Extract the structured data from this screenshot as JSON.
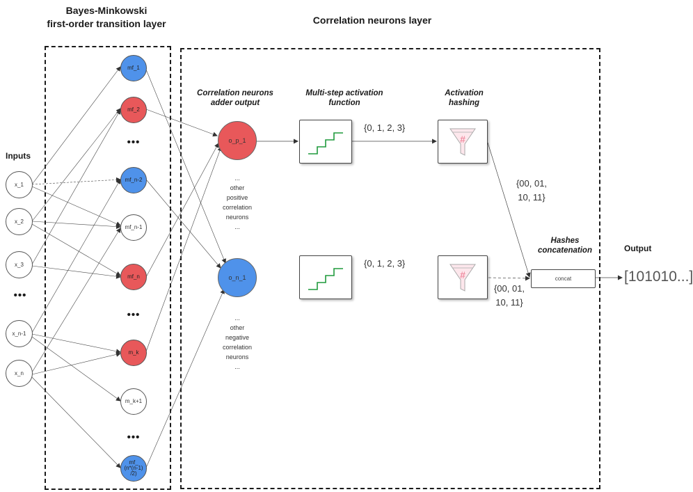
{
  "transition_layer": {
    "title_line1": "Bayes-Minkowski",
    "title_line2": "first-order transition layer",
    "nodes": [
      "mf_1",
      "mf_2",
      "mf_n-2",
      "mf_n-1",
      "mf_n",
      "m_k",
      "m_k+1",
      "mf_\n(n*(n-1)\n/2)"
    ],
    "ellipsis": "•••"
  },
  "inputs": {
    "label": "Inputs",
    "nodes": [
      "x_1",
      "x_2",
      "x_3",
      "x_n-1",
      "x_n"
    ],
    "ellipsis": "•••"
  },
  "correlation_layer": {
    "title": "Correlation neurons layer",
    "adder_header": "Correlation neurons\nadder output",
    "activation_header": "Multi-step activation\nfunction",
    "hashing_header": "Activation\nhashing",
    "concat_header": "Hashes\nconcatenation",
    "positive_neuron": "o_p_1",
    "negative_neuron": "o_n_1",
    "positive_note": "...\nother\npositive\ncorrelation\nneurons\n...",
    "negative_note": "...\nother\nnegative\ncorrelation\nneurons\n...",
    "step_values_top": "{0, 1, 2, 3}",
    "step_values_bottom": "{0, 1, 2, 3}",
    "hash_values_top": "{00, 01,\n10, 11}",
    "hash_values_bottom": "{00, 01,\n10, 11}",
    "concat_label": "concat",
    "hash_symbol": "#"
  },
  "output": {
    "label": "Output",
    "value": "[101010...]"
  },
  "colors": {
    "red_node": "#e8585a",
    "blue_node": "#4f92ea",
    "step_line": "#1f9a3c",
    "hash_pink": "#f08ca0"
  }
}
